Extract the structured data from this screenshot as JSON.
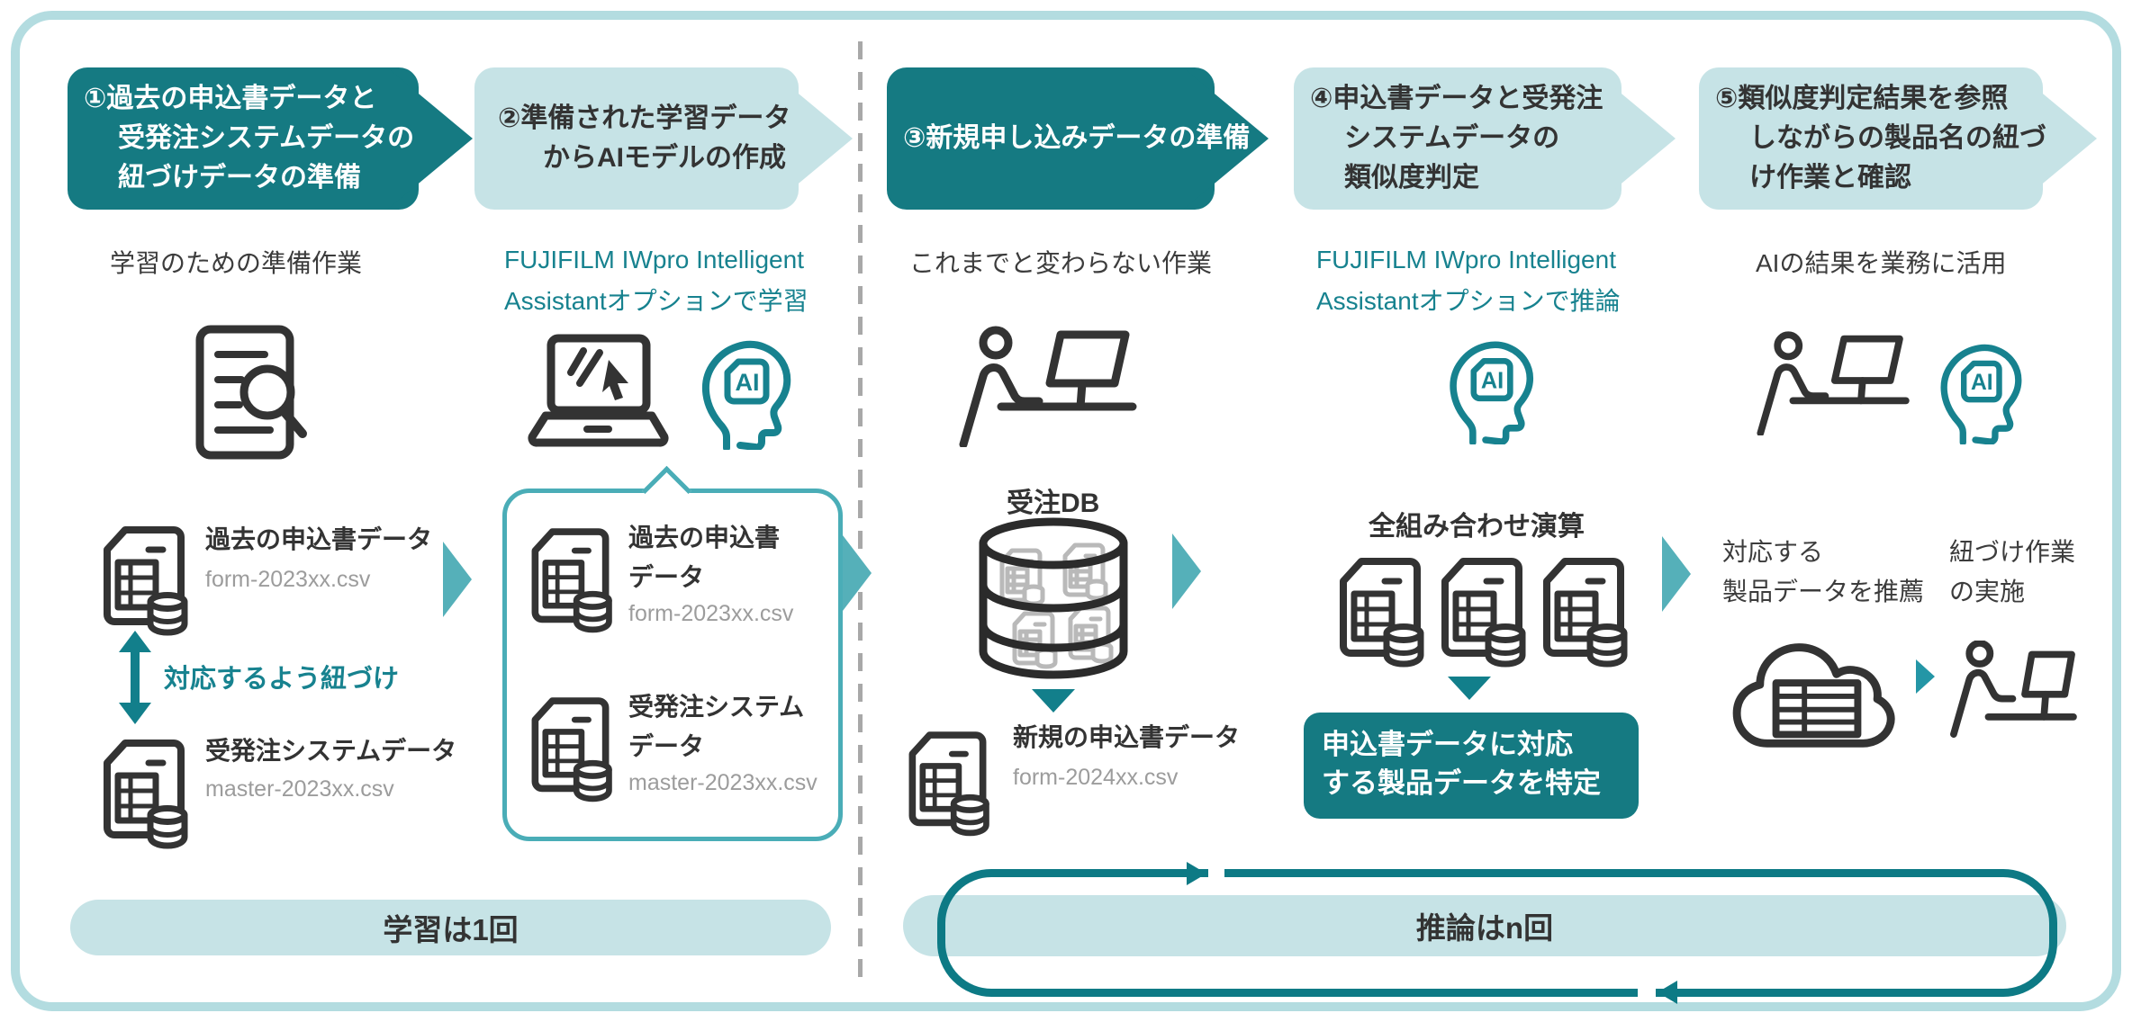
{
  "colors": {
    "dark_teal": "#157a82",
    "light_teal": "#c6e3e6",
    "accent_teal": "#17828f",
    "arrow_teal": "#55b0b9",
    "loop_teal": "#0d7a85",
    "frame": "#b3dce0",
    "text_dark": "#3c3c3c",
    "text_gray": "#9c9c9c"
  },
  "steps": [
    {
      "lines": [
        "①過去の申込書データと",
        "受発注システムデータの",
        "紐づけデータの準備"
      ],
      "caption": [
        "学習のための準備作業"
      ]
    },
    {
      "lines": [
        "②準備された学習データ",
        "からAIモデルの作成"
      ],
      "caption": [
        "FUJIFILM IWpro Intelligent",
        "Assistantオプションで学習"
      ]
    },
    {
      "lines": [
        "③新規申し込みデータの準備"
      ],
      "caption": [
        "これまでと変わらない作業"
      ]
    },
    {
      "lines": [
        "④申込書データと受発注",
        "システムデータの",
        "類似度判定"
      ],
      "caption": [
        "FUJIFILM IWpro Intelligent",
        "Assistantオプションで推論"
      ]
    },
    {
      "lines": [
        "⑤類似度判定結果を参照",
        "しながらの製品名の紐づ",
        "け作業と確認"
      ],
      "caption": [
        "AIの結果を業務に活用"
      ]
    }
  ],
  "training": {
    "past_form": {
      "title": "過去の申込書データ",
      "file": "form-2023xx.csv"
    },
    "link_label": "対応するよう紐づけ",
    "order_system": {
      "title": "受発注システムデータ",
      "file": "master-2023xx.csv"
    },
    "bubble": {
      "past_form": {
        "title1": "過去の申込書",
        "title2": "データ",
        "file": "form-2023xx.csv"
      },
      "order_system": {
        "title1": "受発注システム",
        "title2": "データ",
        "file": "master-2023xx.csv"
      }
    },
    "footer": "学習は1回"
  },
  "inference": {
    "db_label": "受注DB",
    "new_form": {
      "title": "新規の申込書データ",
      "file": "form-2024xx.csv"
    },
    "calc_label": "全組み合わせ演算",
    "result1": "申込書データに対応",
    "result2": "する製品データを特定",
    "recommend1": "対応する",
    "recommend2": "製品データを推薦",
    "work1": "紐づけ作業",
    "work2": "の実施",
    "footer": "推論はn回"
  }
}
